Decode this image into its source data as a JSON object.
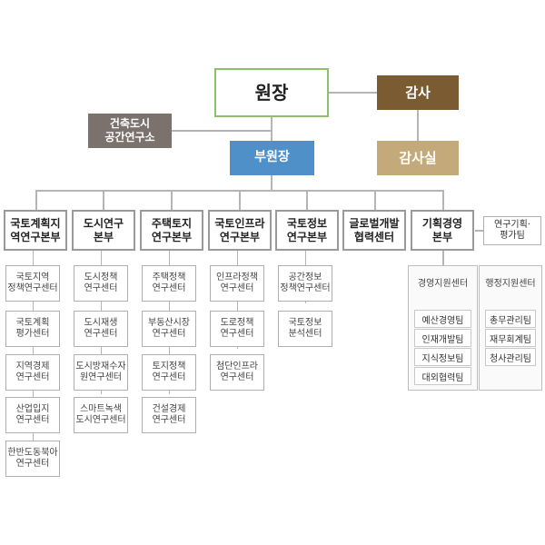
{
  "top": {
    "director": "원장",
    "audit": "감사",
    "audit_office": "감사실",
    "vice_director": "부원장",
    "aurik": "건축도시\n공간연구소"
  },
  "divisions": [
    {
      "label": "국토계획지\n역연구본부",
      "centers": [
        "국토지역\n정책연구센터",
        "국토계획\n평가센터",
        "지역경제\n연구센터",
        "산업입지\n연구센터",
        "한반도동북아\n연구센터"
      ]
    },
    {
      "label": "도시연구\n본부",
      "centers": [
        "도시정책\n연구센터",
        "도시재생\n연구센터",
        "도시방재수자\n원연구센터",
        "스마트녹색\n도시연구센터"
      ]
    },
    {
      "label": "주택토지\n연구본부",
      "centers": [
        "주택정책\n연구센터",
        "부동산시장\n연구센터",
        "토지정책\n연구센터",
        "건설경제\n연구센터"
      ]
    },
    {
      "label": "국토인프라\n연구본부",
      "centers": [
        "인프라정책\n연구센터",
        "도로정책\n연구센터",
        "첨단인프라\n연구센터"
      ]
    },
    {
      "label": "국토정보\n연구본부",
      "centers": [
        "공간정보\n정책연구센터",
        "국토정보\n분석센터"
      ]
    },
    {
      "label": "글로벌개발\n협력센터",
      "centers": []
    },
    {
      "label": "기획경영\n본부",
      "centers": []
    }
  ],
  "evaluation_team": "연구기획·\n평가팀",
  "support_centers": [
    {
      "title": "경영지원센터",
      "teams": [
        "예산경영팀",
        "인재개발팀",
        "지식정보팀",
        "대외협력팀"
      ]
    },
    {
      "title": "행정지원센터",
      "teams": [
        "총무관리팀",
        "재무회계팀",
        "청사관리팀"
      ]
    }
  ]
}
